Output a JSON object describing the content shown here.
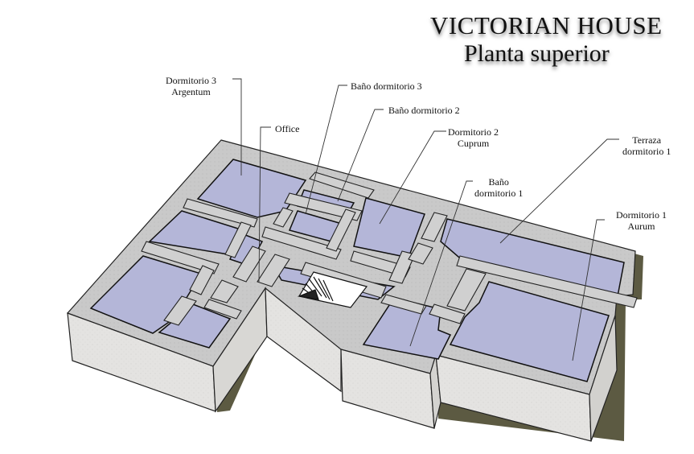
{
  "title": {
    "line1": "VICTORIAN HOUSE",
    "line2": "Planta superior"
  },
  "labels": {
    "dorm3": {
      "line1": "Dormitorio 3",
      "line2": "Argentum"
    },
    "office": {
      "line1": "Office"
    },
    "bano_dorm3": {
      "line1": "Baño dormitorio 3"
    },
    "bano_dorm2": {
      "line1": "Baño dormitorio 2"
    },
    "dorm2": {
      "line1": "Dormitorio 2",
      "line2": "Cuprum"
    },
    "bano_dorm1": {
      "line1": "Baño",
      "line2": "dormitorio 1"
    },
    "terraza": {
      "line1": "Terraza",
      "line2": "dormitorio 1"
    },
    "dorm1": {
      "line1": "Dormitorio 1",
      "line2": "Aurum"
    }
  },
  "colors": {
    "floor": "#b4b6d8",
    "wall_top": "#cfcfcf",
    "wall_side": "#e6e5e3",
    "shadow": "#5c5a42",
    "outline": "#111111"
  }
}
